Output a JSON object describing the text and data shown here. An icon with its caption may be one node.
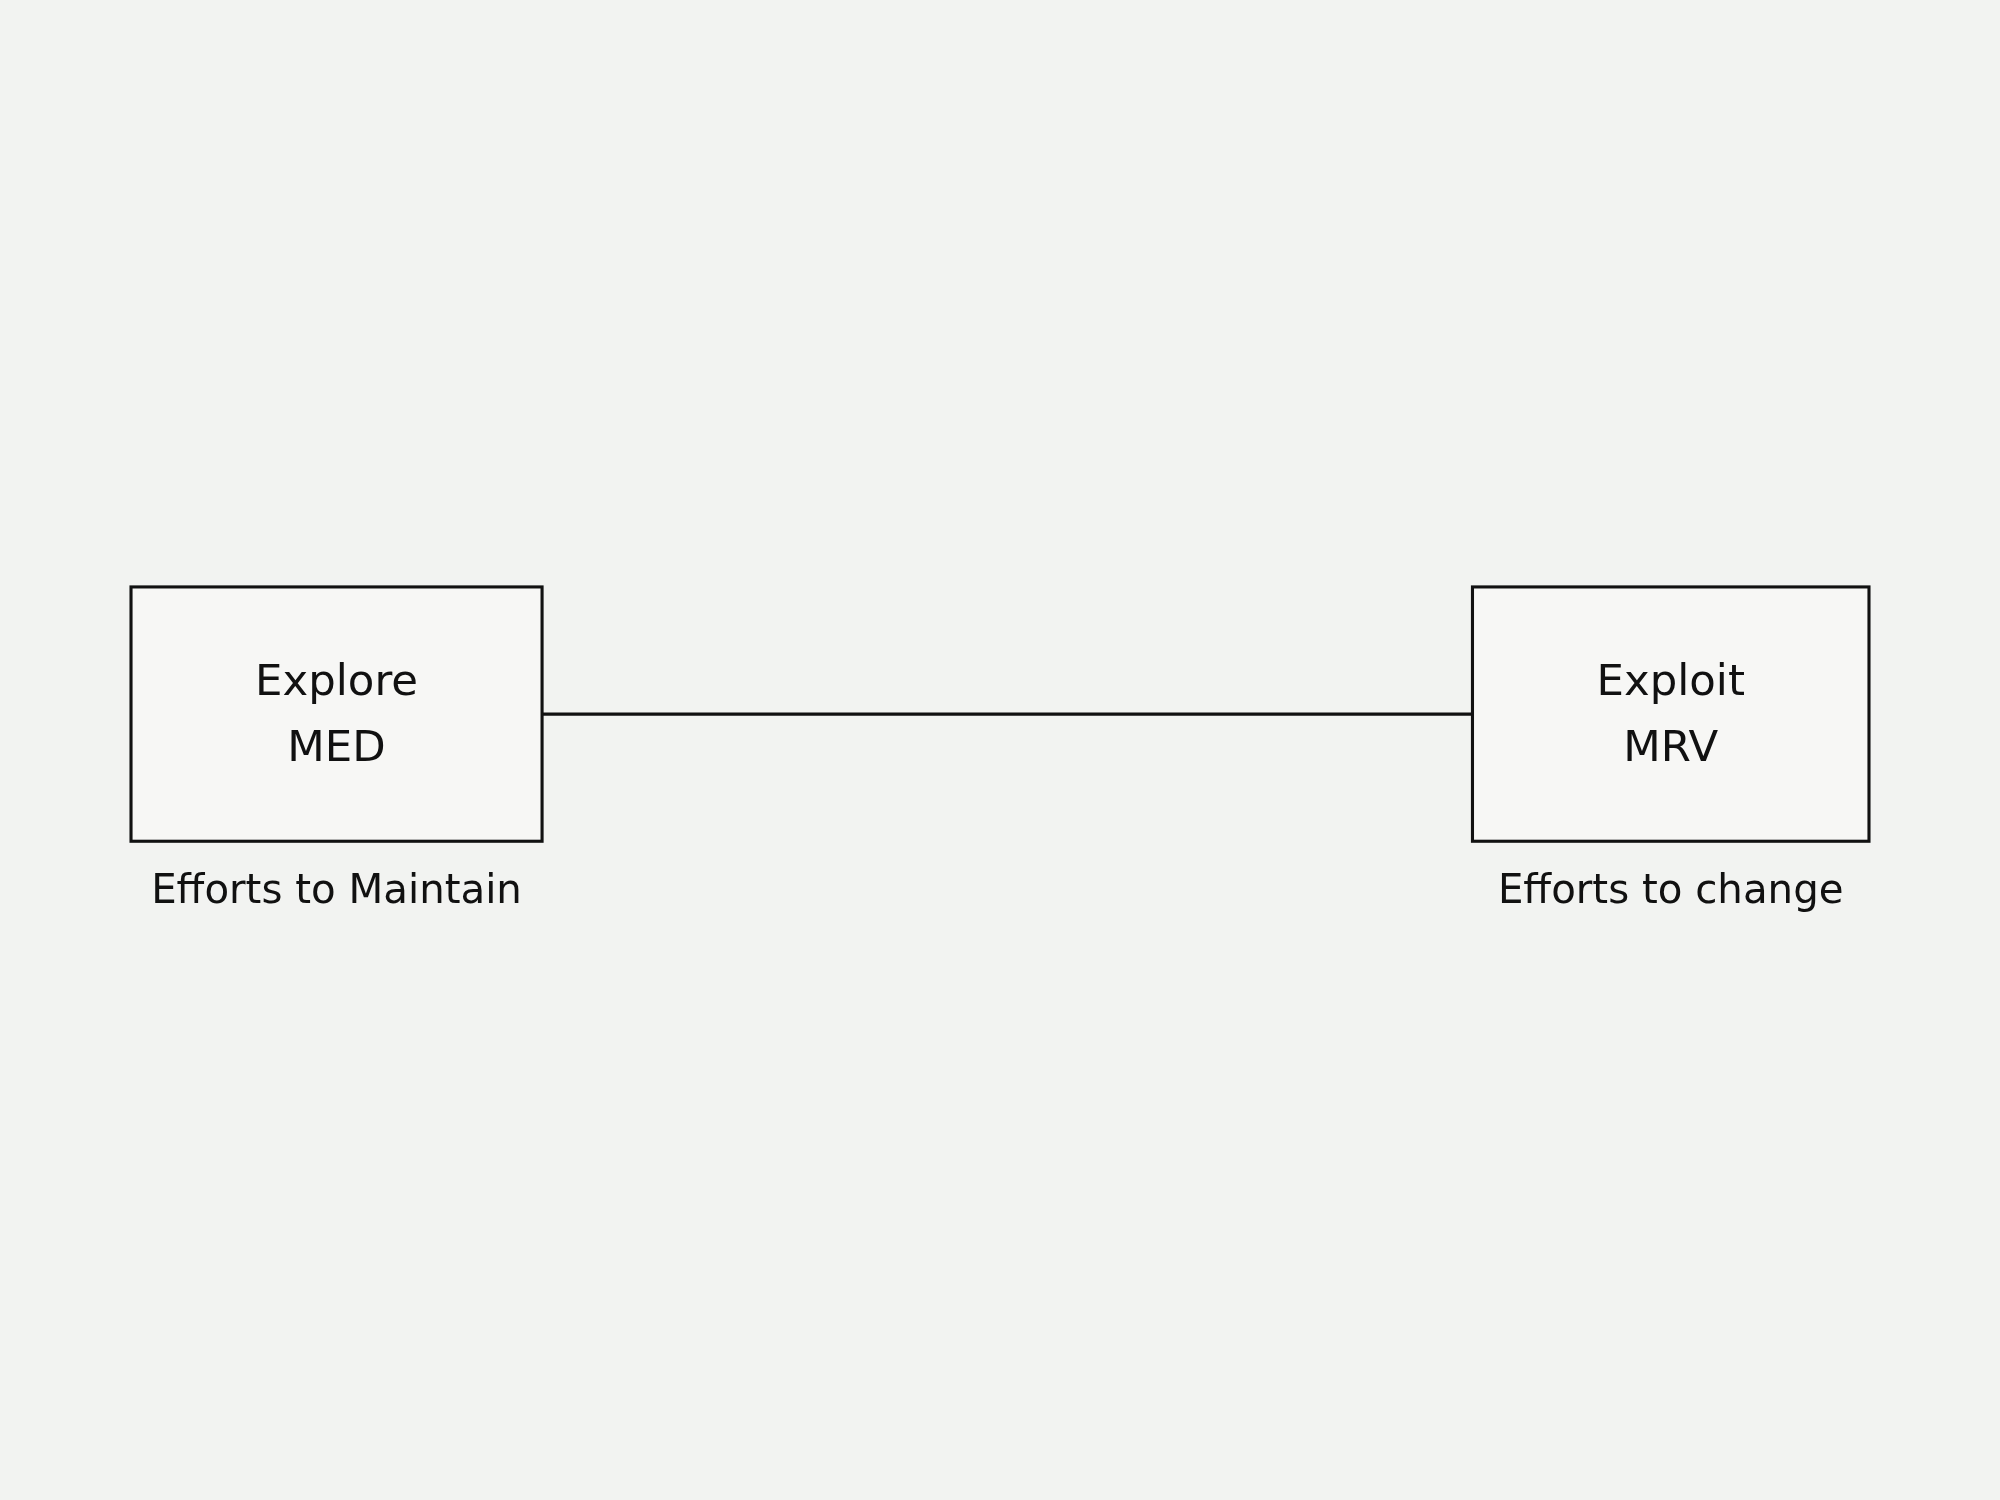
{
  "diagram": {
    "nodes": [
      {
        "text": [
          "Explore",
          "MED"
        ],
        "beside": [
          "Efforts to Maintain"
        ]
      },
      {
        "text": [
          "Exploit",
          "MRV"
        ],
        "beside": [
          "Efforts to change"
        ]
      }
    ],
    "edges": [
      {
        "from": 0,
        "to": 1,
        "arrow": "none"
      }
    ]
  }
}
